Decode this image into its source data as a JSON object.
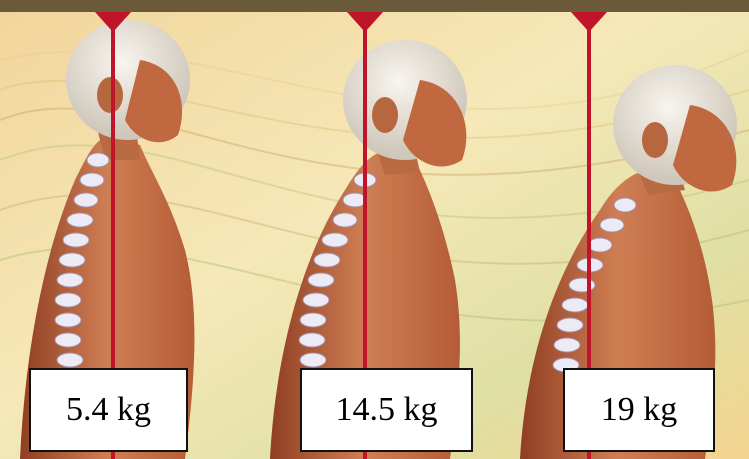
{
  "figures": [
    {
      "weight_label": "5.4 kg"
    },
    {
      "weight_label": "14.5 kg"
    },
    {
      "weight_label": "19 kg"
    }
  ],
  "colors": {
    "plumb_line": "#c0142a",
    "frame_top": "#6b5a3a",
    "background_warm": "#f4dfa6",
    "background_green": "#c9d79a",
    "skin_muscle": "#c8744a",
    "skull": "#e9e4dc",
    "spine": "#e8e6f2"
  }
}
